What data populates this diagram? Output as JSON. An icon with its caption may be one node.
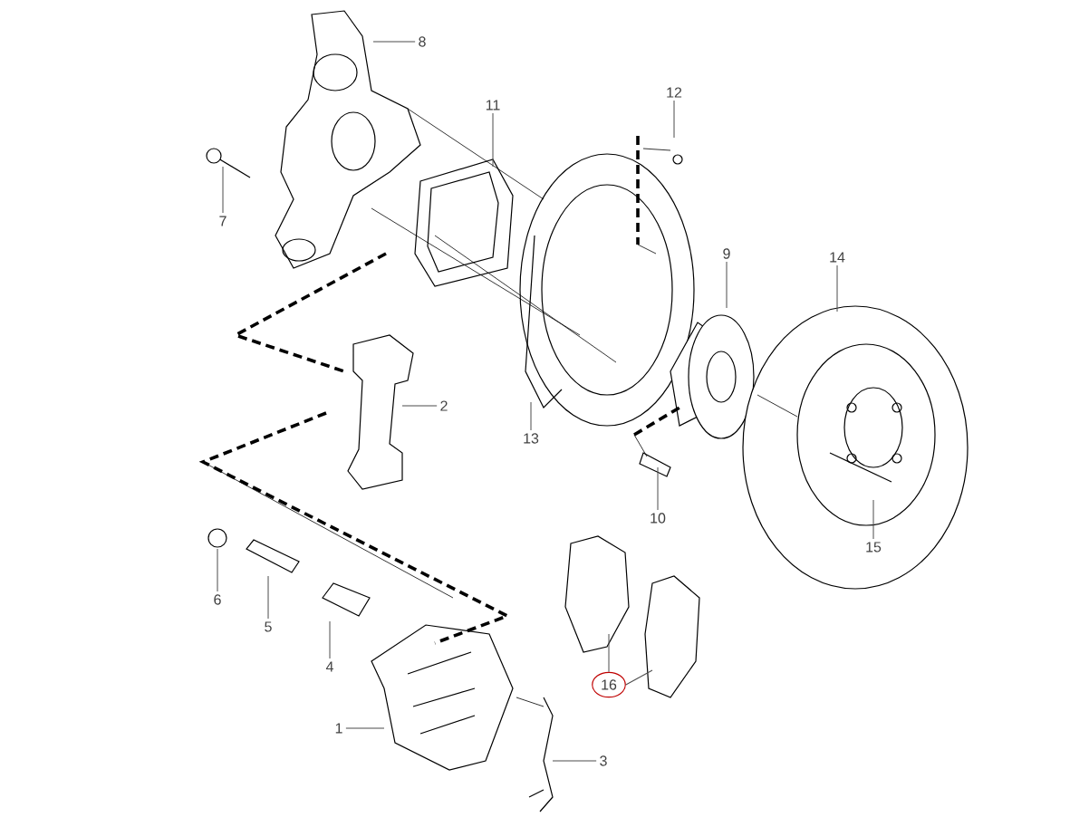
{
  "diagram": {
    "nodes": [
      {
        "text": [
          "8"
        ]
      },
      {
        "text": [
          "12"
        ]
      },
      {
        "text": [
          "11"
        ]
      },
      {
        "text": [
          "7"
        ]
      },
      {
        "text": [
          "9"
        ]
      },
      {
        "text": [
          "14"
        ]
      },
      {
        "text": [
          "2"
        ]
      },
      {
        "text": [
          "13"
        ]
      },
      {
        "text": [
          "10"
        ]
      },
      {
        "text": [
          "15"
        ]
      },
      {
        "text": [
          "6"
        ]
      },
      {
        "text": [
          "5"
        ]
      },
      {
        "text": [
          "4"
        ]
      },
      {
        "text": [
          "16"
        ]
      },
      {
        "text": [
          "1"
        ]
      },
      {
        "text": [
          "3"
        ]
      }
    ],
    "edges": [
      {
        "from": 0,
        "to": null,
        "arrow": "none"
      },
      {
        "from": 1,
        "to": null,
        "arrow": "none"
      },
      {
        "from": 2,
        "to": null,
        "arrow": "none"
      },
      {
        "from": 3,
        "to": null,
        "arrow": "none"
      },
      {
        "from": 4,
        "to": null,
        "arrow": "none"
      },
      {
        "from": 5,
        "to": null,
        "arrow": "none"
      },
      {
        "from": 6,
        "to": null,
        "arrow": "none"
      },
      {
        "from": 7,
        "to": null,
        "arrow": "none"
      },
      {
        "from": 8,
        "to": null,
        "arrow": "none"
      },
      {
        "from": 9,
        "to": null,
        "arrow": "none"
      },
      {
        "from": 10,
        "to": null,
        "arrow": "none"
      },
      {
        "from": 11,
        "to": null,
        "arrow": "none"
      },
      {
        "from": 12,
        "to": null,
        "arrow": "none"
      },
      {
        "from": 13,
        "to": null,
        "arrow": "none"
      },
      {
        "from": 13,
        "to": null,
        "arrow": "none"
      },
      {
        "from": 14,
        "to": null,
        "arrow": "none"
      },
      {
        "from": 15,
        "to": null,
        "arrow": "none"
      }
    ]
  }
}
